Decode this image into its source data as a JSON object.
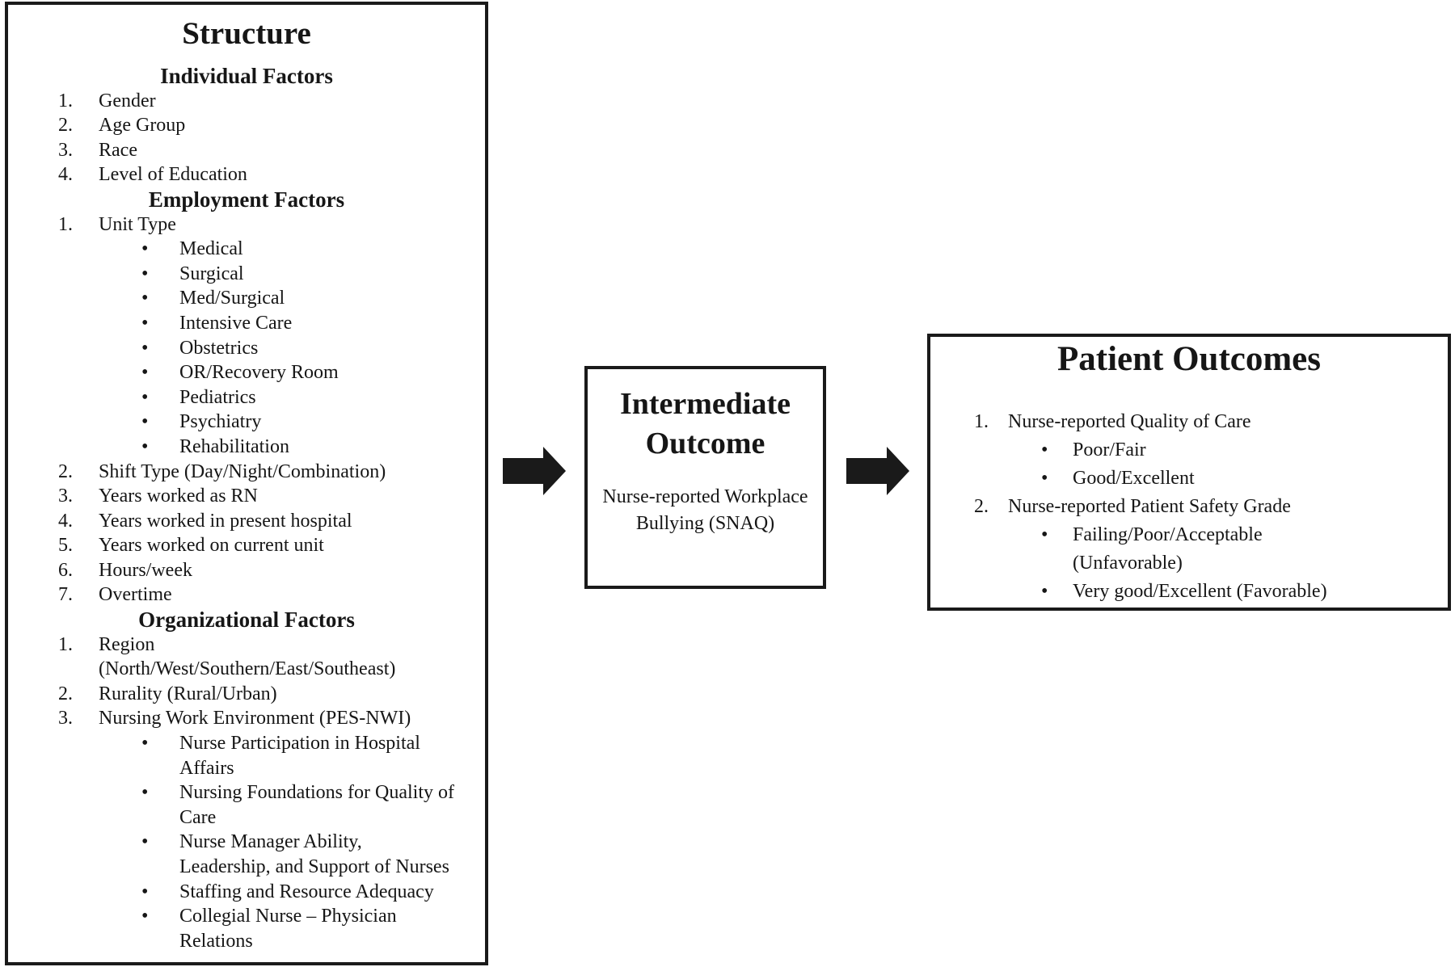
{
  "colors": {
    "background": "#ffffff",
    "text": "#161616",
    "border": "#1a1a1a",
    "arrow": "#1a1a1a"
  },
  "list_markers": {
    "bullet": "•"
  },
  "structure_box": {
    "title": "Structure",
    "lines": [
      {
        "type": "section",
        "text": "Individual Factors"
      },
      {
        "type": "item",
        "num": "1.",
        "text": "Gender"
      },
      {
        "type": "item",
        "num": "2.",
        "text": "Age Group"
      },
      {
        "type": "item",
        "num": "3.",
        "text": "Race"
      },
      {
        "type": "item",
        "num": "4.",
        "text": "Level of Education"
      },
      {
        "type": "section",
        "text": "Employment Factors"
      },
      {
        "type": "item",
        "num": "1.",
        "text": "Unit Type"
      },
      {
        "type": "bullet",
        "text": "Medical"
      },
      {
        "type": "bullet",
        "text": "Surgical"
      },
      {
        "type": "bullet",
        "text": "Med/Surgical"
      },
      {
        "type": "bullet",
        "text": "Intensive Care"
      },
      {
        "type": "bullet",
        "text": "Obstetrics"
      },
      {
        "type": "bullet",
        "text": "OR/Recovery Room"
      },
      {
        "type": "bullet",
        "text": "Pediatrics"
      },
      {
        "type": "bullet",
        "text": "Psychiatry"
      },
      {
        "type": "bullet",
        "text": "Rehabilitation"
      },
      {
        "type": "item",
        "num": "2.",
        "text": "Shift Type (Day/Night/Combination)"
      },
      {
        "type": "item",
        "num": "3.",
        "text": "Years worked as RN"
      },
      {
        "type": "item",
        "num": "4.",
        "text": "Years worked in present hospital"
      },
      {
        "type": "item",
        "num": "5.",
        "text": "Years worked on current unit"
      },
      {
        "type": "item",
        "num": "6.",
        "text": "Hours/week"
      },
      {
        "type": "item",
        "num": "7.",
        "text": "Overtime"
      },
      {
        "type": "section",
        "text": "Organizational Factors"
      },
      {
        "type": "item",
        "num": "1.",
        "text": "Region"
      },
      {
        "type": "cont",
        "text": "(North/West/Southern/East/Southeast)"
      },
      {
        "type": "item",
        "num": "2.",
        "text": "Rurality (Rural/Urban)"
      },
      {
        "type": "item",
        "num": "3.",
        "text": "Nursing Work Environment (PES-NWI)"
      },
      {
        "type": "bullet",
        "text": "Nurse Participation in Hospital"
      },
      {
        "type": "bcont",
        "text": "Affairs"
      },
      {
        "type": "bullet",
        "text": "Nursing Foundations for Quality of"
      },
      {
        "type": "bcont",
        "text": "Care"
      },
      {
        "type": "bullet",
        "text": "Nurse Manager Ability,"
      },
      {
        "type": "bcont",
        "text": "Leadership, and Support of Nurses"
      },
      {
        "type": "bullet",
        "text": "Staffing and Resource Adequacy"
      },
      {
        "type": "bullet",
        "text": "Collegial Nurse – Physician"
      },
      {
        "type": "bcont",
        "text": "Relations"
      }
    ]
  },
  "intermediate_box": {
    "title": "Intermediate Outcome",
    "body": "Nurse-reported Workplace Bullying (SNAQ)"
  },
  "patient_box": {
    "title": "Patient Outcomes",
    "lines": [
      {
        "type": "item",
        "num": "1.",
        "text": "Nurse-reported Quality of Care"
      },
      {
        "type": "bullet",
        "text": "Poor/Fair"
      },
      {
        "type": "bullet",
        "text": "Good/Excellent"
      },
      {
        "type": "item",
        "num": "2.",
        "text": "Nurse-reported Patient Safety Grade"
      },
      {
        "type": "bullet",
        "text": "Failing/Poor/Acceptable"
      },
      {
        "type": "bcont",
        "text": "(Unfavorable)"
      },
      {
        "type": "bullet",
        "text": "Very good/Excellent (Favorable)"
      }
    ]
  },
  "arrows": [
    {
      "name": "structure-to-intermediate",
      "direction": "right"
    },
    {
      "name": "intermediate-to-patient",
      "direction": "right"
    }
  ]
}
